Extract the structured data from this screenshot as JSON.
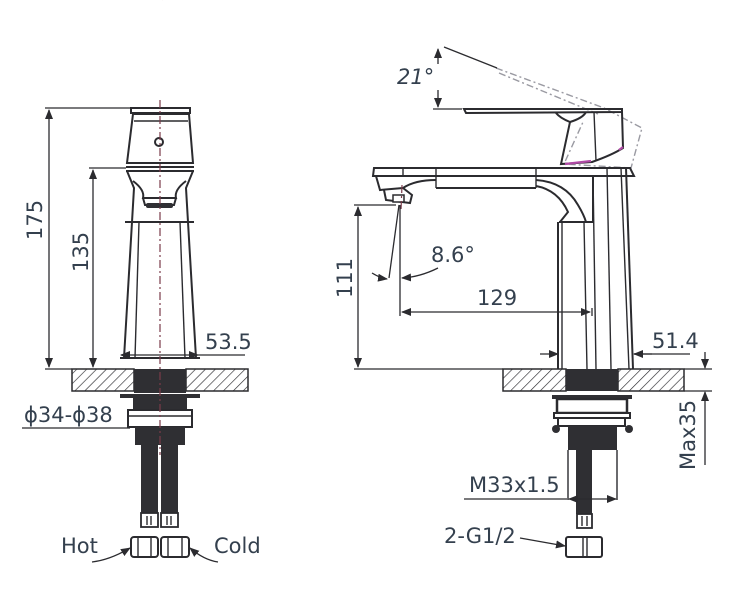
{
  "drawing": {
    "title": "Basin mixer faucet dimension drawing",
    "views": [
      "front-view",
      "side-view"
    ]
  },
  "front_view": {
    "dimensions": {
      "total_height": "175",
      "spout_height": "135",
      "base_width": "53.5",
      "hole_diameter": "ϕ34-ϕ38"
    },
    "labels": {
      "hot": "Hot",
      "cold": "Cold"
    }
  },
  "side_view": {
    "dimensions": {
      "lever_angle": "21°",
      "spout_angle": "8.6°",
      "spout_clearance": "111",
      "spout_reach": "129",
      "base_depth": "51.4",
      "max_deck_thickness": "Max35",
      "thread": "M33x1.5",
      "inlet_connection": "2-G1/2"
    }
  },
  "colors": {
    "line": "#2b2b2f",
    "text": "#34404e",
    "centerline": "#7a3b4a",
    "ghost_outline": "#9a9aa2",
    "accent": "#b04aa6"
  }
}
